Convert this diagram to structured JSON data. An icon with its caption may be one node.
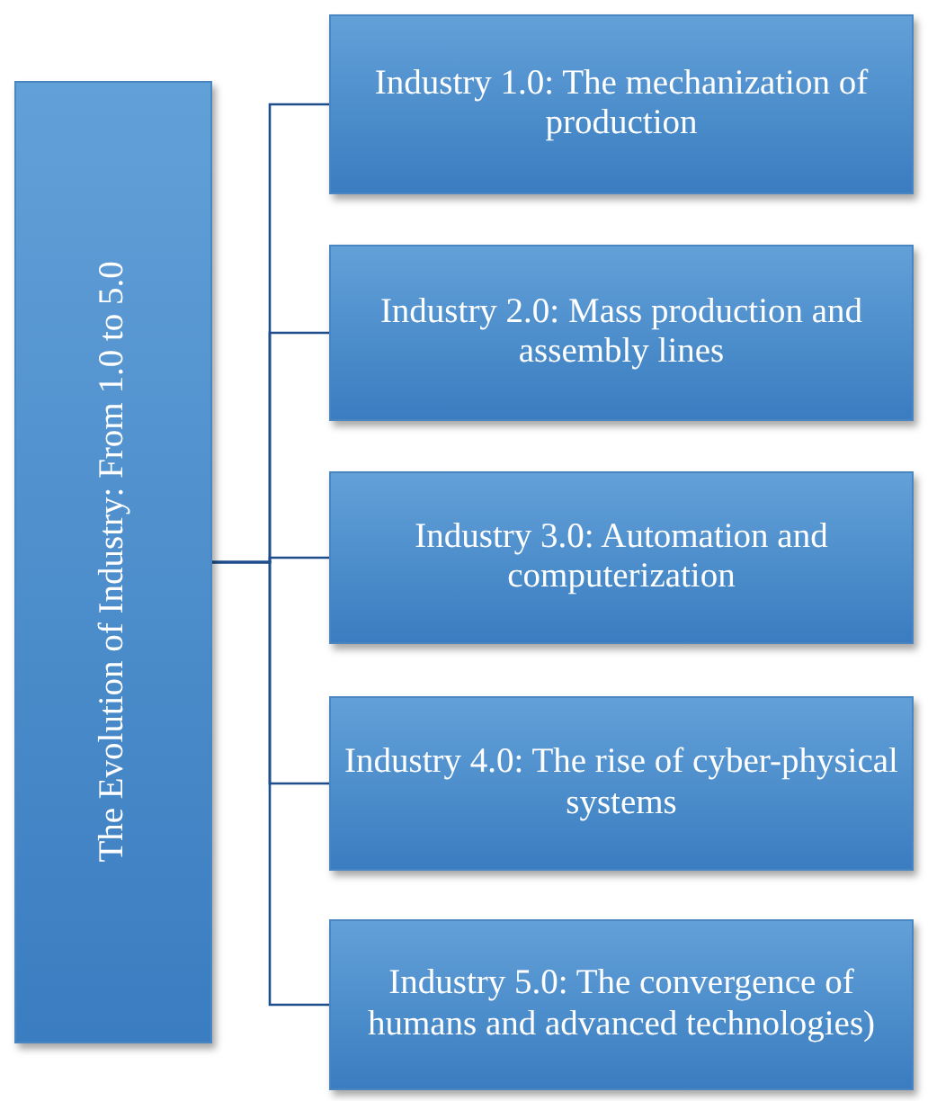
{
  "diagram": {
    "nodes": [
      {
        "text": [
          "The Evolution of Industry: From 1.0 to 5.0"
        ]
      },
      {
        "text": [
          "Industry 1.0: The mechanization of production"
        ]
      },
      {
        "text": [
          "Industry 2.0: Mass production and assembly lines"
        ]
      },
      {
        "text": [
          "Industry 3.0: Automation and computerization"
        ]
      },
      {
        "text": [
          "Industry 4.0: The rise of cyber-physical systems"
        ]
      },
      {
        "text": [
          "Industry 5.0: The convergence of humans and advanced technologies)"
        ]
      }
    ],
    "edges": [
      {
        "from": 0,
        "to": 1,
        "arrow": "none"
      },
      {
        "from": 0,
        "to": 2,
        "arrow": "none"
      },
      {
        "from": 0,
        "to": 3,
        "arrow": "none"
      },
      {
        "from": 0,
        "to": 4,
        "arrow": "none"
      },
      {
        "from": 0,
        "to": 5,
        "arrow": "none"
      }
    ]
  }
}
